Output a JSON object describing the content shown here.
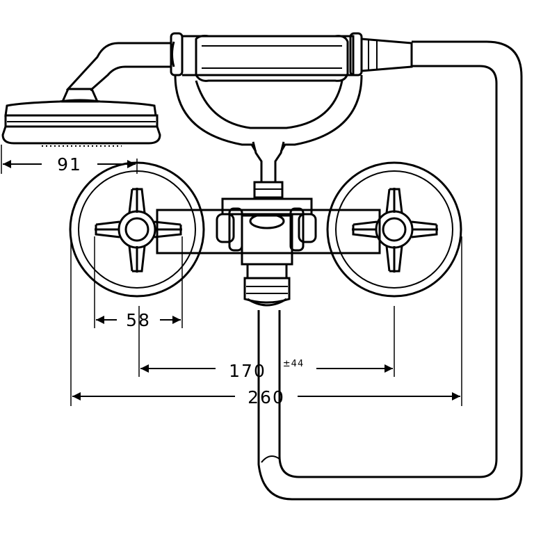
{
  "dimensions": {
    "shower_head": "91",
    "handle": "58",
    "center_distance": "170",
    "center_tolerance": "±44",
    "overall_width": "260"
  },
  "colors": {
    "line": "#000000",
    "background": "#ffffff"
  }
}
